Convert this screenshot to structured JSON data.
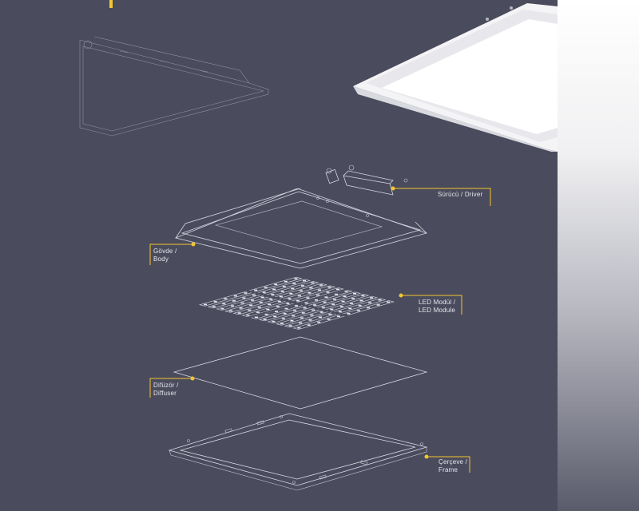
{
  "colors": {
    "background": "#4a4b5c",
    "accent": "#f4c531",
    "line": "#d6d7e2",
    "panel_white": "#ffffff"
  },
  "callouts": {
    "driver": {
      "line1": "Sürücü / Driver",
      "line2": ""
    },
    "body": {
      "line1": "Gövde /",
      "line2": "Body"
    },
    "led": {
      "line1": "LED Modül /",
      "line2": "LED Module"
    },
    "diffuser": {
      "line1": "Difüzör /",
      "line2": "Diffuser"
    },
    "frame": {
      "line1": "Çerçeve /",
      "line2": "Frame"
    }
  }
}
